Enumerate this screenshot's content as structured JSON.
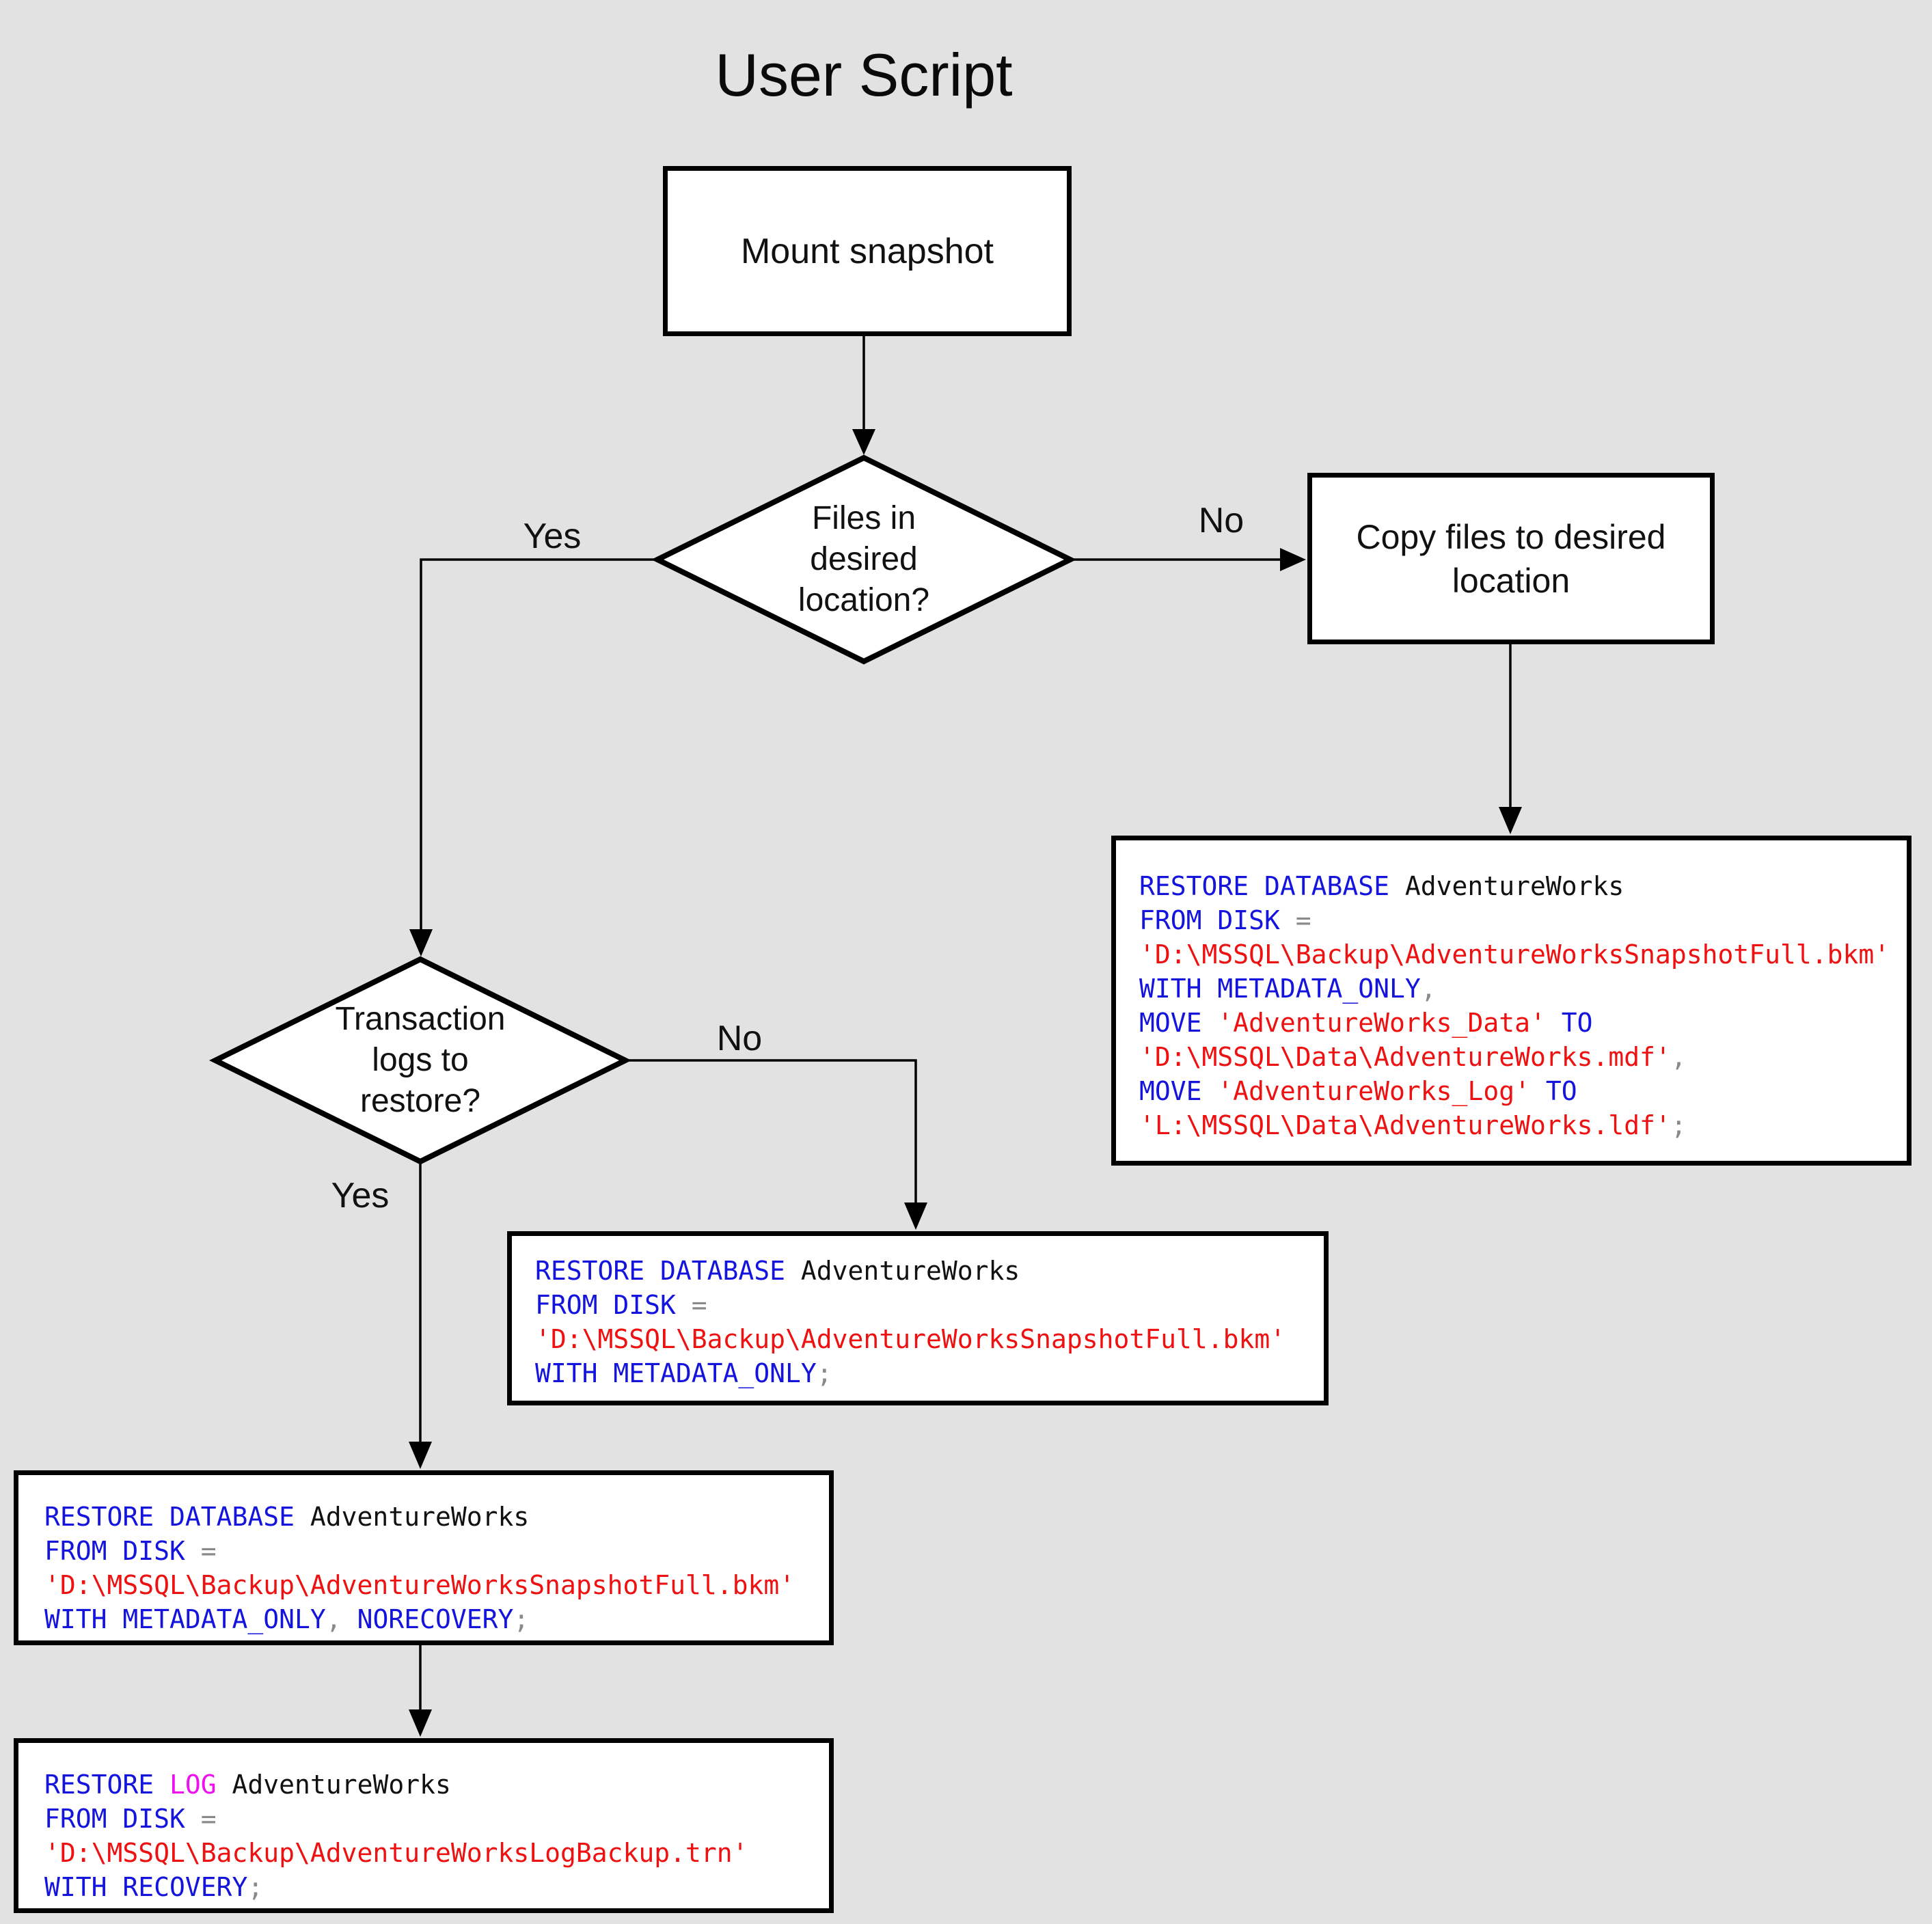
{
  "title": {
    "text": "User Script"
  },
  "colors": {
    "background": "#e2e2e2",
    "node_fill": "#ffffff",
    "line": "#000000",
    "sql_keyword": "#1414dd",
    "sql_string": "#ee1111",
    "sql_operator": "#8a8a8a",
    "sql_log_keyword": "#ee11ee",
    "sql_identifier": "#111111"
  },
  "nodes": {
    "mount": {
      "label": "Mount snapshot"
    },
    "decision_files": {
      "lines": [
        "Files in",
        "desired",
        "location?"
      ]
    },
    "copy": {
      "lines": [
        "Copy files to desired",
        "location"
      ]
    },
    "decision_logs": {
      "lines": [
        "Transaction",
        "logs to",
        "restore?"
      ]
    }
  },
  "edge_labels": {
    "files_yes": "Yes",
    "files_no": "No",
    "logs_yes": "Yes",
    "logs_no": "No"
  },
  "code_boxes": {
    "restore_full_move": {
      "lines": [
        [
          {
            "t": "RESTORE DATABASE",
            "c": "kw"
          },
          {
            "t": " AdventureWorks",
            "c": "id"
          }
        ],
        [
          {
            "t": "FROM DISK",
            "c": "kw"
          },
          {
            "t": " =",
            "c": "op"
          }
        ],
        [
          {
            "t": "'D:\\MSSQL\\Backup\\AdventureWorksSnapshotFull.bkm'",
            "c": "str"
          }
        ],
        [
          {
            "t": "WITH METADATA_ONLY",
            "c": "kw"
          },
          {
            "t": ",",
            "c": "op"
          }
        ],
        [
          {
            "t": "MOVE ",
            "c": "kw"
          },
          {
            "t": "'AdventureWorks_Data'",
            "c": "str"
          },
          {
            "t": " ",
            "c": "id"
          },
          {
            "t": "TO",
            "c": "kw"
          }
        ],
        [
          {
            "t": "'D:\\MSSQL\\Data\\AdventureWorks.mdf'",
            "c": "str"
          },
          {
            "t": ",",
            "c": "op"
          }
        ],
        [
          {
            "t": "MOVE ",
            "c": "kw"
          },
          {
            "t": "'AdventureWorks_Log'",
            "c": "str"
          },
          {
            "t": " ",
            "c": "id"
          },
          {
            "t": "TO",
            "c": "kw"
          }
        ],
        [
          {
            "t": "'L:\\MSSQL\\Data\\AdventureWorks.ldf'",
            "c": "str"
          },
          {
            "t": ";",
            "c": "op"
          }
        ]
      ]
    },
    "restore_metadata_only": {
      "lines": [
        [
          {
            "t": "RESTORE DATABASE",
            "c": "kw"
          },
          {
            "t": " AdventureWorks",
            "c": "id"
          }
        ],
        [
          {
            "t": "FROM DISK",
            "c": "kw"
          },
          {
            "t": " =",
            "c": "op"
          }
        ],
        [
          {
            "t": "'D:\\MSSQL\\Backup\\AdventureWorksSnapshotFull.bkm'",
            "c": "str"
          }
        ],
        [
          {
            "t": "WITH METADATA_ONLY",
            "c": "kw"
          },
          {
            "t": ";",
            "c": "op"
          }
        ]
      ]
    },
    "restore_norecovery": {
      "lines": [
        [
          {
            "t": "RESTORE DATABASE",
            "c": "kw"
          },
          {
            "t": " AdventureWorks",
            "c": "id"
          }
        ],
        [
          {
            "t": "FROM DISK",
            "c": "kw"
          },
          {
            "t": " =",
            "c": "op"
          }
        ],
        [
          {
            "t": "'D:\\MSSQL\\Backup\\AdventureWorksSnapshotFull.bkm'",
            "c": "str"
          }
        ],
        [
          {
            "t": "WITH METADATA_ONLY",
            "c": "kw"
          },
          {
            "t": ", ",
            "c": "op"
          },
          {
            "t": "NORECOVERY",
            "c": "kw"
          },
          {
            "t": ";",
            "c": "op"
          }
        ]
      ]
    },
    "restore_log": {
      "lines": [
        [
          {
            "t": "RESTORE ",
            "c": "kw"
          },
          {
            "t": "LOG",
            "c": "logkw"
          },
          {
            "t": " AdventureWorks",
            "c": "id"
          }
        ],
        [
          {
            "t": "FROM DISK",
            "c": "kw"
          },
          {
            "t": " =",
            "c": "op"
          }
        ],
        [
          {
            "t": "'D:\\MSSQL\\Backup\\AdventureWorksLogBackup.trn'",
            "c": "str"
          }
        ],
        [
          {
            "t": "WITH RECOVERY",
            "c": "kw"
          },
          {
            "t": ";",
            "c": "op"
          }
        ]
      ]
    }
  }
}
